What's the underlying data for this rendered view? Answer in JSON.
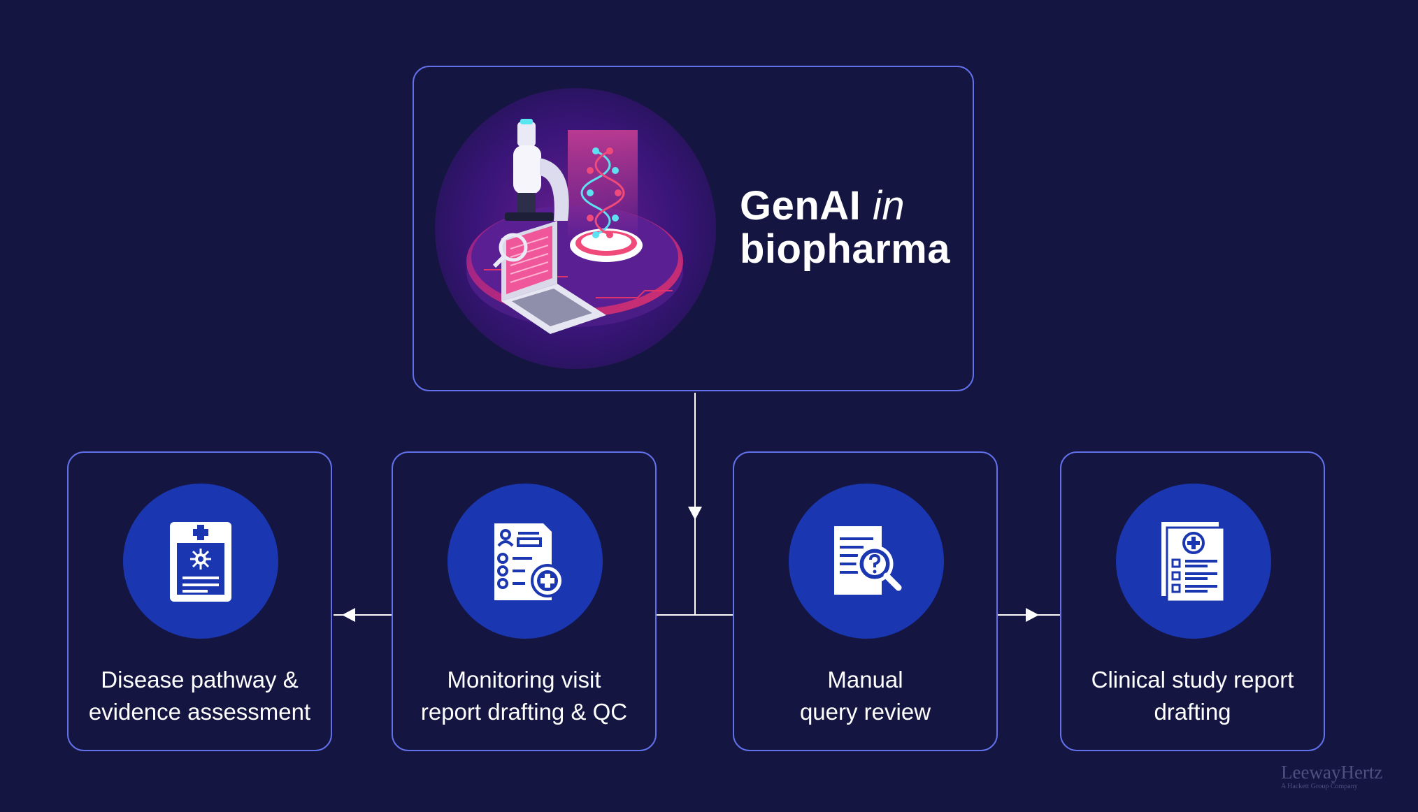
{
  "hero": {
    "title_bold": "GenAI",
    "title_italic": "in",
    "title_line2": "biopharma",
    "illustration": "microscope-dna-laptop-illustration"
  },
  "cards": [
    {
      "icon": "medical-report-virus-icon",
      "line1": "Disease pathway &",
      "line2": "evidence assessment"
    },
    {
      "icon": "checklist-document-plus-icon",
      "line1": "Monitoring visit",
      "line2": "report drafting & QC"
    },
    {
      "icon": "document-search-question-icon",
      "line1": "Manual",
      "line2": "query review"
    },
    {
      "icon": "clinical-report-checklist-icon",
      "line1": "Clinical study report",
      "line2": "drafting"
    }
  ],
  "logo": {
    "name": "LeewayHertz",
    "tagline": "A Hackett Group Company"
  },
  "colors": {
    "background": "#141541",
    "border": "#6270ea",
    "icon_circle": "#1a36b0",
    "text": "#ffffff"
  }
}
